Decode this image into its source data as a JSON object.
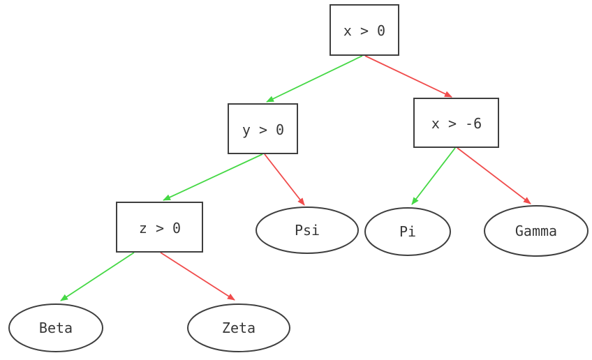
{
  "diagram": {
    "type": "decision-tree",
    "background": "#ffffff",
    "colors": {
      "true_edge": "#45d845",
      "false_edge": "#f04c4c",
      "node_border": "#3f3f3f",
      "node_fill": "#ffffff",
      "node_text": "#363636"
    },
    "nodes": {
      "root": {
        "label": "x > 0",
        "kind": "decision",
        "shape": "rect"
      },
      "y": {
        "label": "y > 0",
        "kind": "decision",
        "shape": "rect"
      },
      "x6": {
        "label": "x > -6",
        "kind": "decision",
        "shape": "rect"
      },
      "z": {
        "label": "z > 0",
        "kind": "decision",
        "shape": "rect"
      },
      "psi": {
        "label": "Psi",
        "kind": "leaf",
        "shape": "ellipse"
      },
      "pi": {
        "label": "Pi",
        "kind": "leaf",
        "shape": "ellipse"
      },
      "gamma": {
        "label": "Gamma",
        "kind": "leaf",
        "shape": "ellipse"
      },
      "beta": {
        "label": "Beta",
        "kind": "leaf",
        "shape": "ellipse"
      },
      "zeta": {
        "label": "Zeta",
        "kind": "leaf",
        "shape": "ellipse"
      }
    },
    "edges": [
      {
        "from": "x > 0",
        "to": "y > 0",
        "branch": "true",
        "color": "green"
      },
      {
        "from": "x > 0",
        "to": "x > -6",
        "branch": "false",
        "color": "red"
      },
      {
        "from": "y > 0",
        "to": "z > 0",
        "branch": "true",
        "color": "green"
      },
      {
        "from": "y > 0",
        "to": "Psi",
        "branch": "false",
        "color": "red"
      },
      {
        "from": "x > -6",
        "to": "Pi",
        "branch": "true",
        "color": "green"
      },
      {
        "from": "x > -6",
        "to": "Gamma",
        "branch": "false",
        "color": "red"
      },
      {
        "from": "z > 0",
        "to": "Beta",
        "branch": "true",
        "color": "green"
      },
      {
        "from": "z > 0",
        "to": "Zeta",
        "branch": "false",
        "color": "red"
      }
    ]
  }
}
